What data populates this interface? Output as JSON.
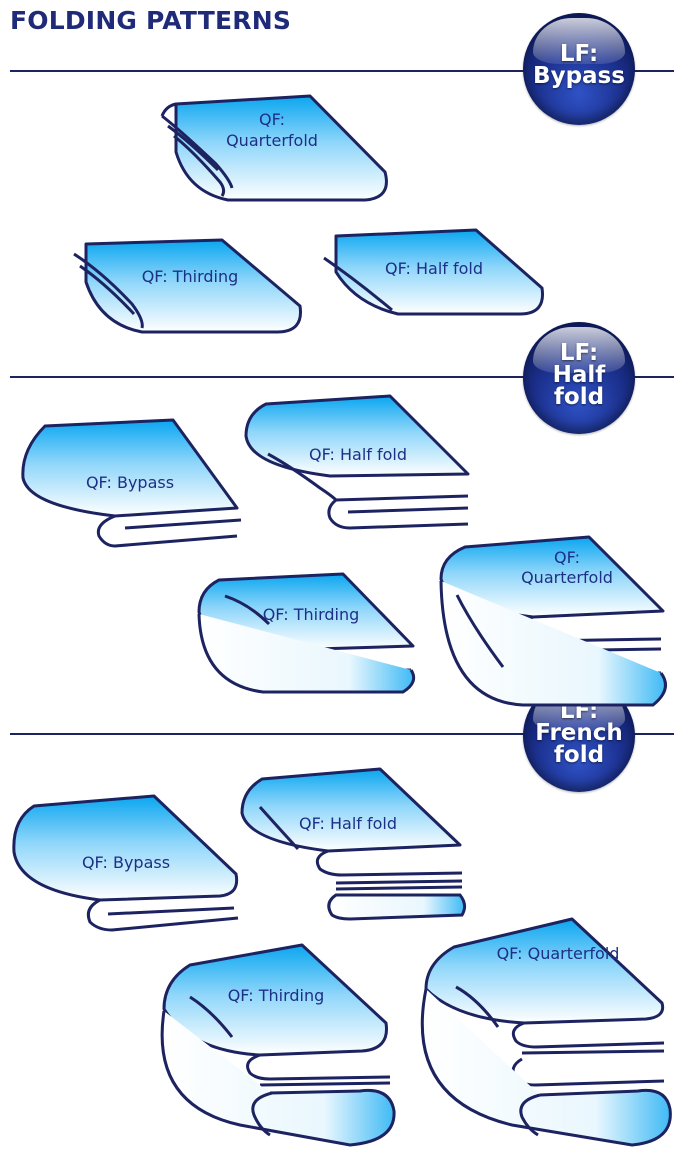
{
  "title": "FOLDING PATTERNS",
  "colors": {
    "navy": "#1c2360",
    "fold_blue": "#0aa6f0",
    "label": "#1e2f86",
    "badge": "#1c318f"
  },
  "sections": [
    {
      "badge": {
        "line1": "LF:",
        "line2": "Bypass",
        "line3": ""
      },
      "folds": [
        {
          "label1": "QF:",
          "label2": "Quarterfold"
        },
        {
          "label1": "QF: Thirding",
          "label2": ""
        },
        {
          "label1": "QF: Half fold",
          "label2": ""
        }
      ]
    },
    {
      "badge": {
        "line1": "LF:",
        "line2": "Half",
        "line3": "fold"
      },
      "folds": [
        {
          "label1": "QF: Bypass",
          "label2": ""
        },
        {
          "label1": "QF: Half fold",
          "label2": ""
        },
        {
          "label1": "QF: Thirding",
          "label2": ""
        },
        {
          "label1": "QF:",
          "label2": "Quarterfold"
        }
      ]
    },
    {
      "badge": {
        "line1": "LF:",
        "line2": "French",
        "line3": "fold"
      },
      "folds": [
        {
          "label1": "QF: Bypass",
          "label2": ""
        },
        {
          "label1": "QF: Half fold",
          "label2": ""
        },
        {
          "label1": "QF: Thirding",
          "label2": ""
        },
        {
          "label1": "QF: Quarterfold",
          "label2": ""
        }
      ]
    }
  ]
}
